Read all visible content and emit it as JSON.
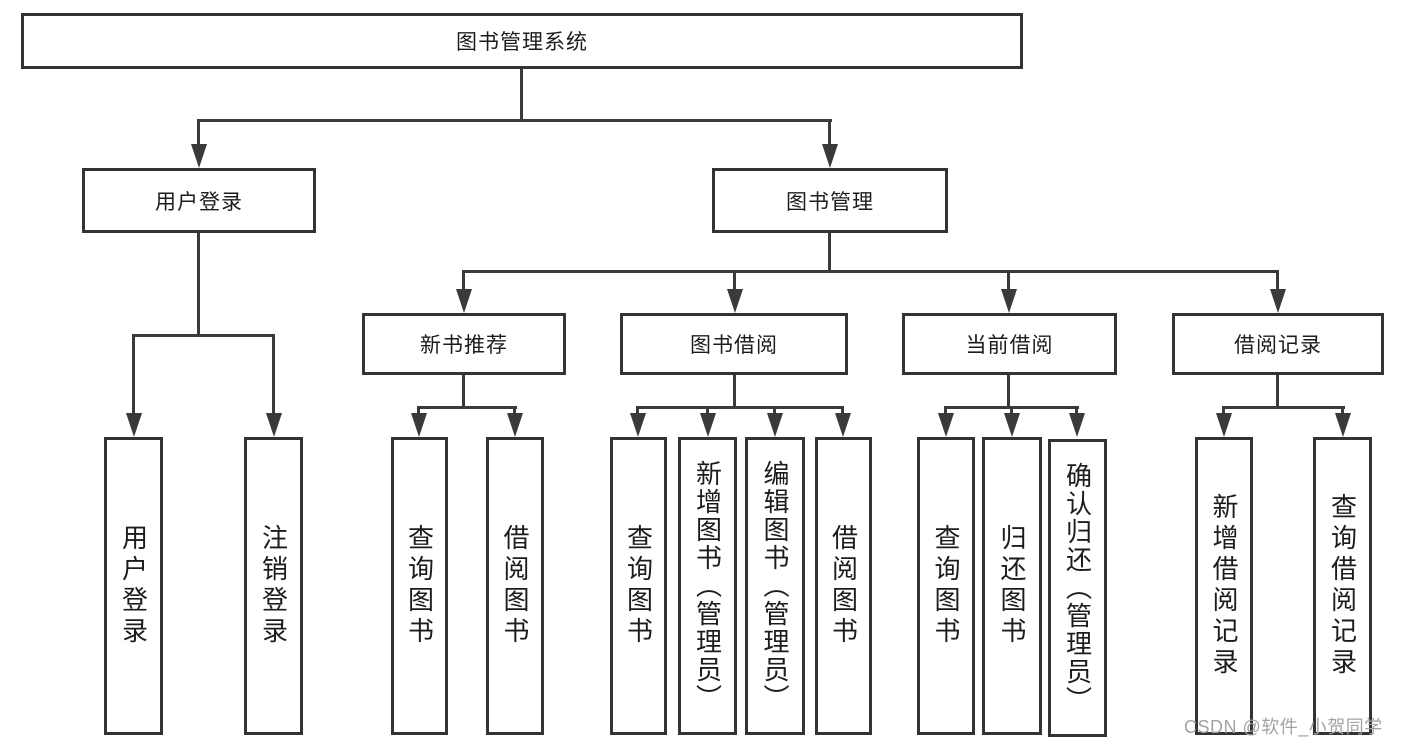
{
  "diagram": {
    "type": "hierarchy-tree",
    "line_color": "#3a3a3a",
    "box_border_color": "#333333",
    "text_color": "#1c1c1c",
    "background_color": "#ffffff",
    "tree": {
      "label": "图书管理系统",
      "children": [
        {
          "label": "用户登录",
          "children": [
            {
              "label": "用户登录"
            },
            {
              "label": "注销登录"
            }
          ]
        },
        {
          "label": "图书管理",
          "children": [
            {
              "label": "新书推荐",
              "children": [
                {
                  "label": "查询图书"
                },
                {
                  "label": "借阅图书"
                }
              ]
            },
            {
              "label": "图书借阅",
              "children": [
                {
                  "label": "查询图书"
                },
                {
                  "label": "新增图书（管理员）"
                },
                {
                  "label": "编辑图书（管理员）"
                },
                {
                  "label": "借阅图书"
                }
              ]
            },
            {
              "label": "当前借阅",
              "children": [
                {
                  "label": "查询图书"
                },
                {
                  "label": "归还图书"
                },
                {
                  "label": "确认归还（管理员）"
                }
              ]
            },
            {
              "label": "借阅记录",
              "children": [
                {
                  "label": "新增借阅记录"
                },
                {
                  "label": "查询借阅记录"
                }
              ]
            }
          ]
        }
      ]
    }
  },
  "watermark": {
    "text": "CSDN @软件_小贺同学",
    "color": "#a3a3a3"
  }
}
